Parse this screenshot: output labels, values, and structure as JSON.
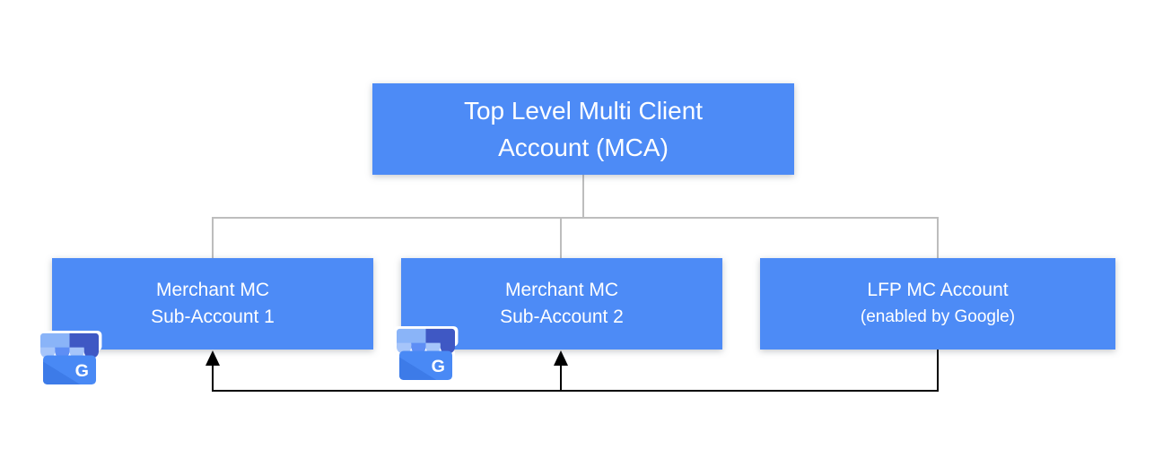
{
  "nodes": {
    "mca": {
      "line1": "Top Level Multi Client",
      "line2": "Account (MCA)"
    },
    "sub1": {
      "line1": "Merchant MC",
      "line2": "Sub-Account 1"
    },
    "sub2": {
      "line1": "Merchant MC",
      "line2": "Sub-Account 2"
    },
    "lfp": {
      "line1": "LFP MC Account",
      "line2": "(enabled by Google)"
    }
  },
  "edges": {
    "tree": [
      {
        "from": "mca",
        "to": "sub1"
      },
      {
        "from": "mca",
        "to": "sub2"
      },
      {
        "from": "mca",
        "to": "lfp"
      }
    ],
    "flow": [
      {
        "from": "lfp",
        "to": "sub1",
        "style": "black-arrow"
      },
      {
        "from": "lfp",
        "to": "sub2",
        "style": "black-arrow"
      }
    ]
  },
  "icons": {
    "google_business": "google-business-storefront-icon",
    "google_business_g": "G"
  },
  "colors": {
    "node_fill": "#4D8BF6",
    "node_text": "#FFFFFF",
    "tree_connector": "#BDBDBD",
    "flow_arrow": "#000000",
    "icon_body": "#4989F5",
    "icon_body_shade": "#3D7BE8",
    "icon_band_light": "#8AB4F8",
    "icon_awning_light": "#A6C5FA",
    "icon_awning_medium": "#5E8EF5",
    "icon_awning_dark": "#3F58C4"
  }
}
